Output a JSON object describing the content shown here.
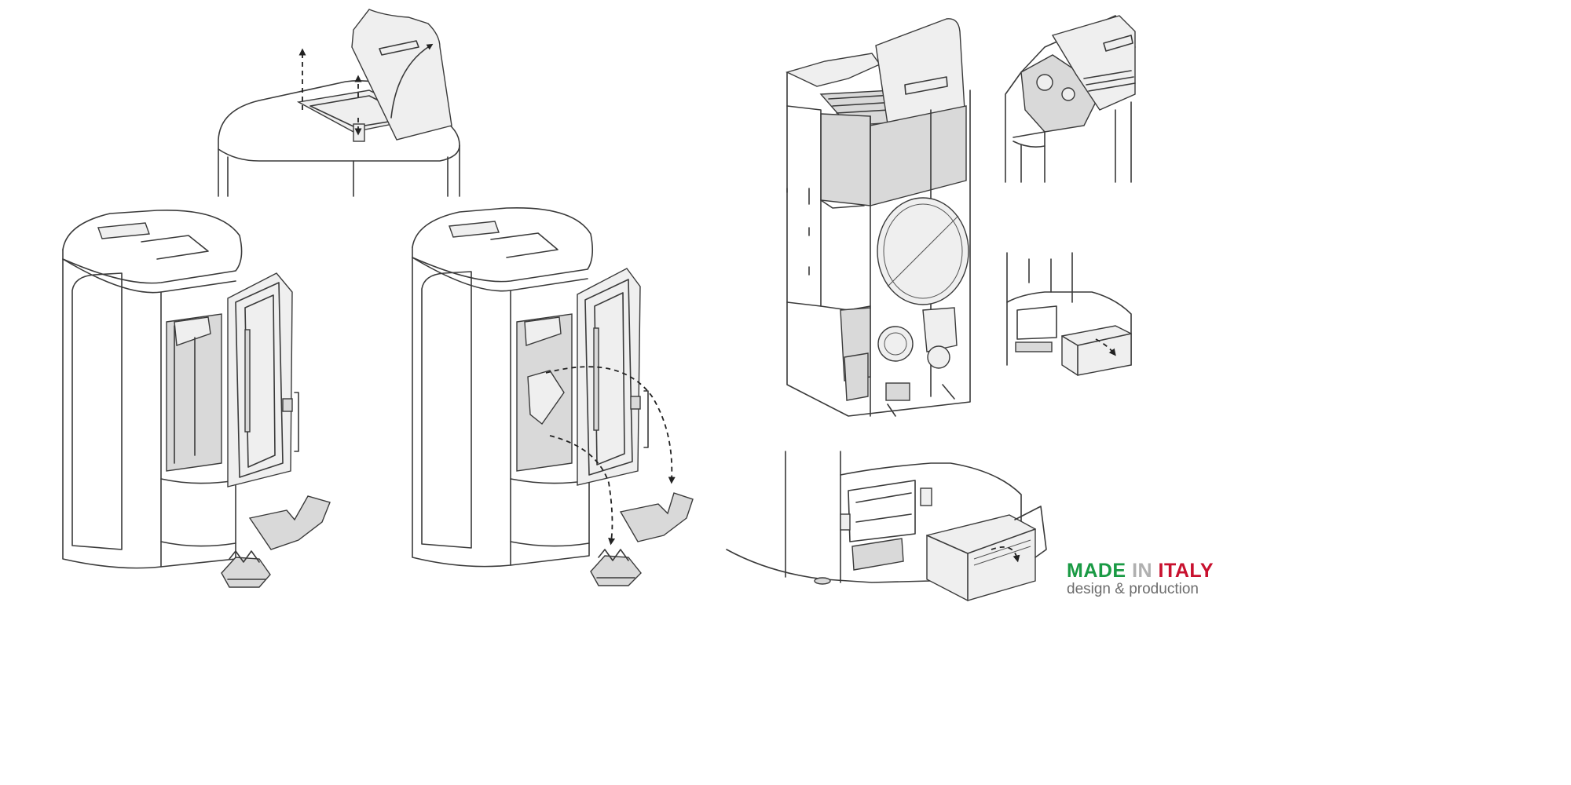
{
  "logo": {
    "word_made": "MADE",
    "word_in": "IN",
    "word_italy": "ITALY",
    "subline": "design & production",
    "colors": {
      "made": "#1a9a44",
      "in": "#b0b0b0",
      "italy": "#c8102e"
    }
  }
}
